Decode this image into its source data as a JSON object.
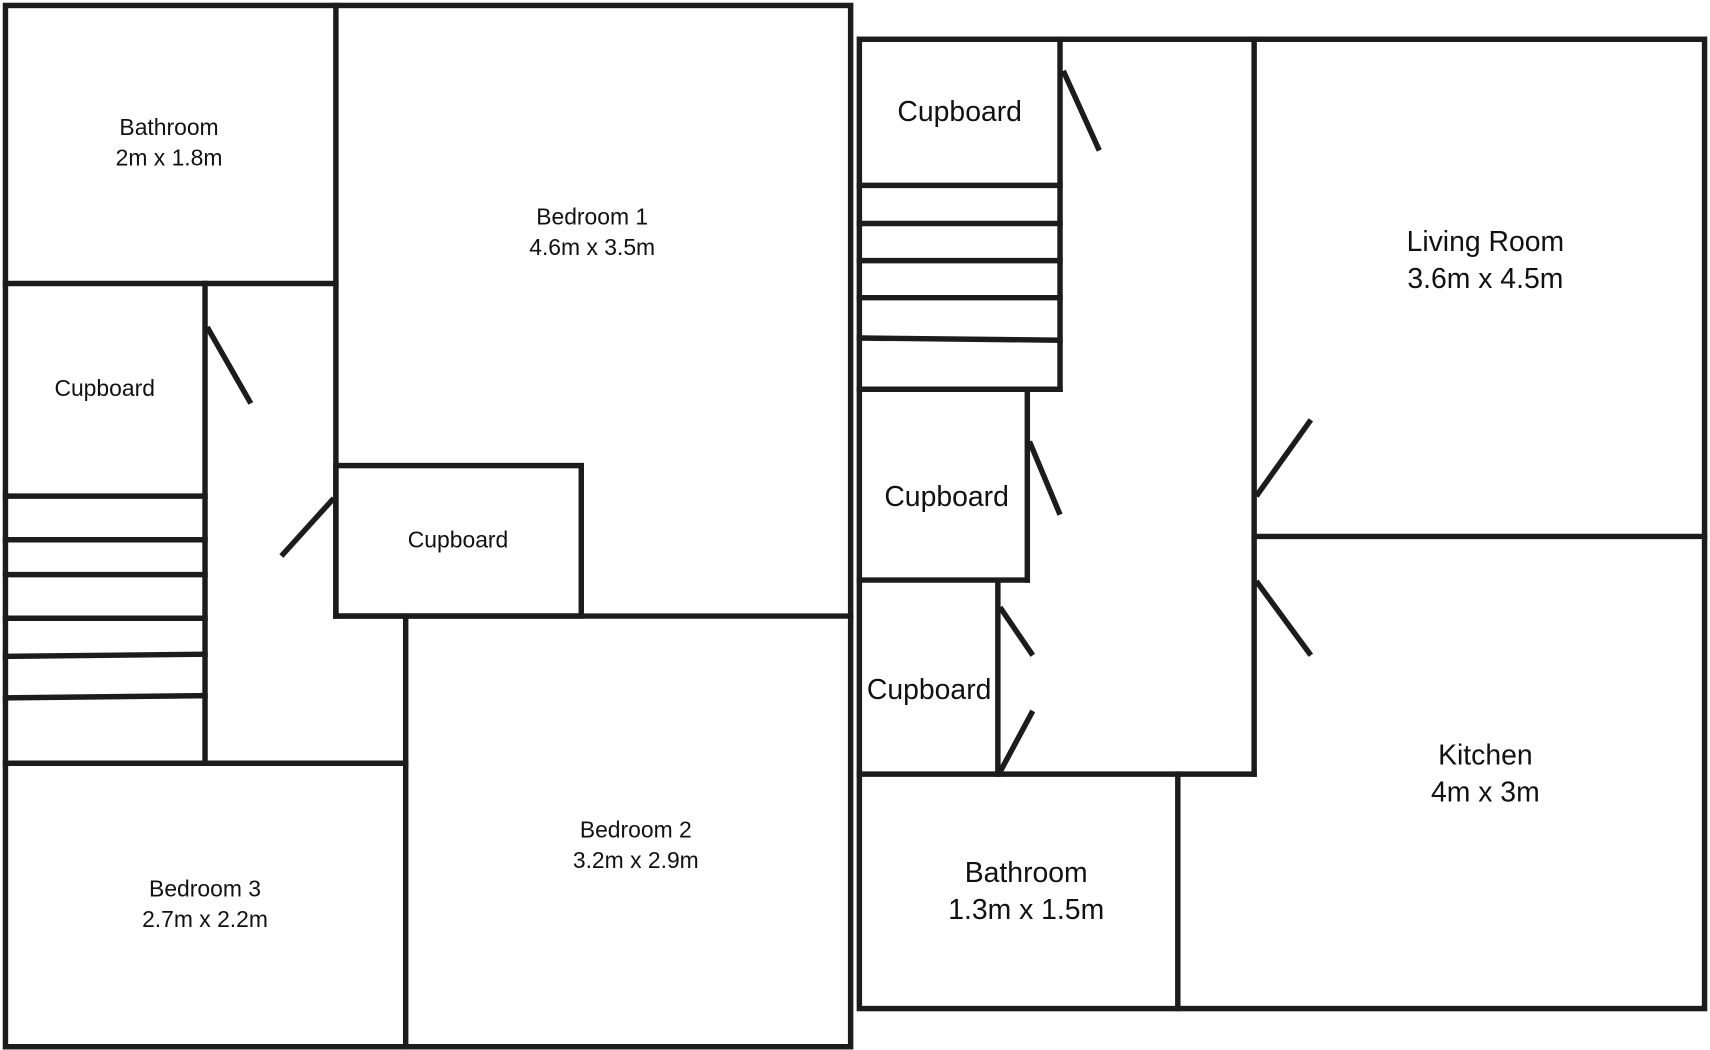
{
  "upper_floor": {
    "rooms": [
      {
        "name": "Bathroom",
        "size": "2m x 1.8m"
      },
      {
        "name": "Bedroom 1",
        "size": "4.6m x 3.5m"
      },
      {
        "name": "Cupboard"
      },
      {
        "name": "Cupboard"
      },
      {
        "name": "Bedroom 2",
        "size": "3.2m x 2.9m"
      },
      {
        "name": "Bedroom 3",
        "size": "2.7m x 2.2m"
      }
    ]
  },
  "ground_floor": {
    "rooms": [
      {
        "name": "Cupboard"
      },
      {
        "name": "Living Room",
        "size": "3.6m x 4.5m"
      },
      {
        "name": "Cupboard"
      },
      {
        "name": "Cupboard"
      },
      {
        "name": "Kitchen",
        "size": "4m x 3m"
      },
      {
        "name": "Bathroom",
        "size": "1.3m x 1.5m"
      }
    ]
  }
}
